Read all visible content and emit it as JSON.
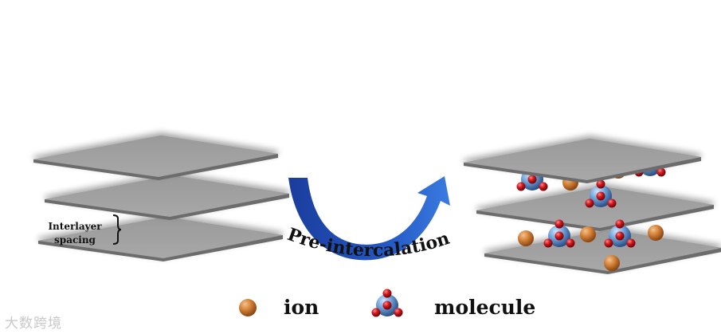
{
  "labels": {
    "interlayer_line1": "Interlayer",
    "interlayer_line2": "spacing",
    "process": "Pre-intercalation",
    "legend_ion": "ion",
    "legend_molecule": "molecule"
  },
  "watermark": "大数跨境",
  "colors": {
    "sheet_top": "#a4a4a4",
    "sheet_edge": "#6c6c6c",
    "arrow_dark": "#1b3d9c",
    "arrow_light": "#3a7be0",
    "ion": "#c9742e",
    "molecule_core": "#6c9fd6",
    "molecule_atom": "#c10c12"
  },
  "icons": [
    "ion-sphere-icon",
    "molecule-icon",
    "curved-arrow-icon",
    "bracket-icon"
  ]
}
